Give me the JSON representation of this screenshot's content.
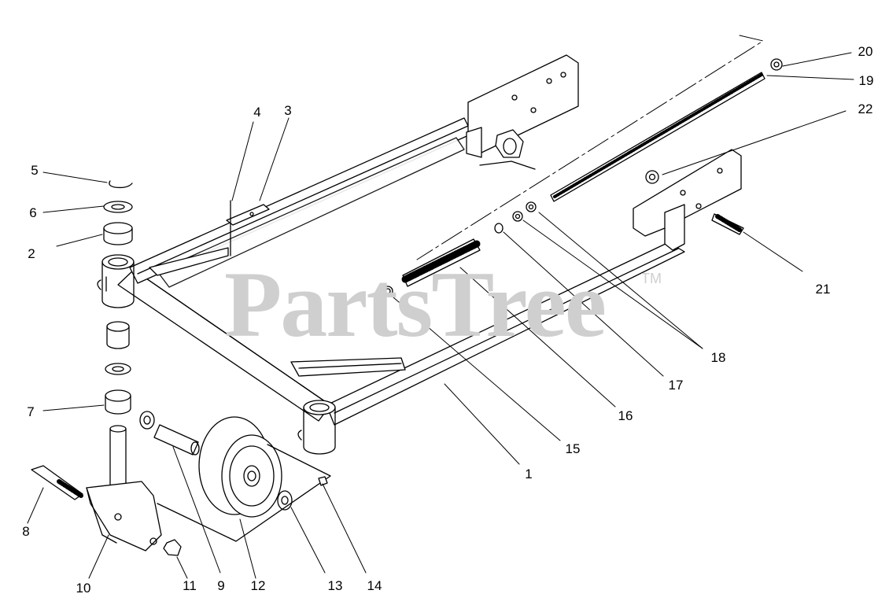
{
  "watermark": {
    "text": "PartsTree",
    "tm": "TM"
  },
  "callouts": [
    "1",
    "2",
    "3",
    "4",
    "5",
    "6",
    "7",
    "8",
    "9",
    "10",
    "11",
    "12",
    "13",
    "14",
    "15",
    "16",
    "17",
    "18",
    "19",
    "20",
    "21",
    "22"
  ]
}
